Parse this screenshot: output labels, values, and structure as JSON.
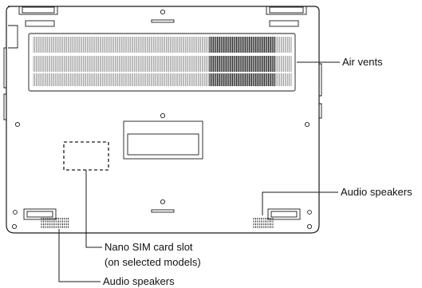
{
  "labels": {
    "air_vents": "Air vents",
    "audio_speakers_right": "Audio speakers",
    "nano_sim_line1": "Nano SIM card slot",
    "nano_sim_line2": "(on selected models)",
    "audio_speakers_bottom": "Audio speakers"
  }
}
